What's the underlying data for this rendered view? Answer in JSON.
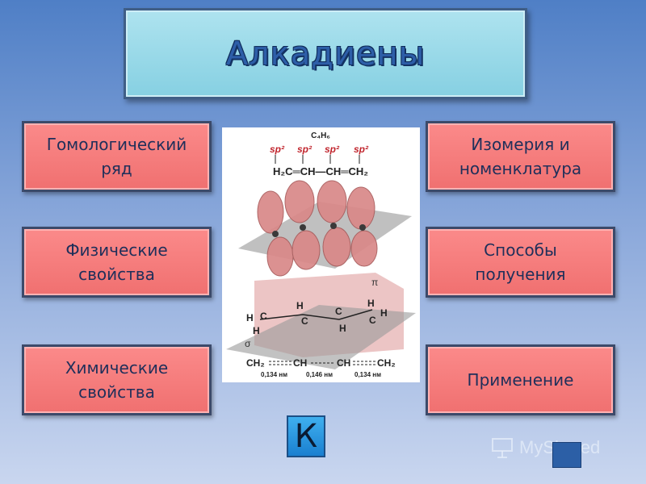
{
  "slide": {
    "title": "Алкадиены",
    "buttons": [
      {
        "label_line1": "Гомологический",
        "label_line2": "ряд"
      },
      {
        "label_line1": "Физические",
        "label_line2": "свойства"
      },
      {
        "label_line1": "Химические",
        "label_line2": "свойства"
      },
      {
        "label_line1": "Изомерия и",
        "label_line2": "номенклатура"
      },
      {
        "label_line1": "Способы",
        "label_line2": "получения"
      },
      {
        "label_line1": "Применение",
        "label_line2": ""
      }
    ],
    "k_button_label": "К"
  },
  "figure": {
    "formula_top": "C₄H₆",
    "sp2_labels": [
      "sp²",
      "sp²",
      "sp²",
      "sp²"
    ],
    "structural": "H₂C═CH—CH═CH₂",
    "pi_label": "π",
    "sigma_label": "σ",
    "atoms_C": [
      "C",
      "C",
      "C",
      "C"
    ],
    "atoms_H": [
      "H",
      "H",
      "H",
      "H",
      "H",
      "H"
    ],
    "bottom_formula": [
      "CH₂",
      "CH",
      "CH",
      "CH₂"
    ],
    "bond_lengths": [
      "0,134 нм",
      "0,146 нм",
      "0,134 нм"
    ]
  },
  "watermark": {
    "text": "MyShared"
  },
  "colors": {
    "button_fill": "#f27a7a",
    "title_fill": "#9cdbe9",
    "k_fill": "#2a98e0"
  }
}
